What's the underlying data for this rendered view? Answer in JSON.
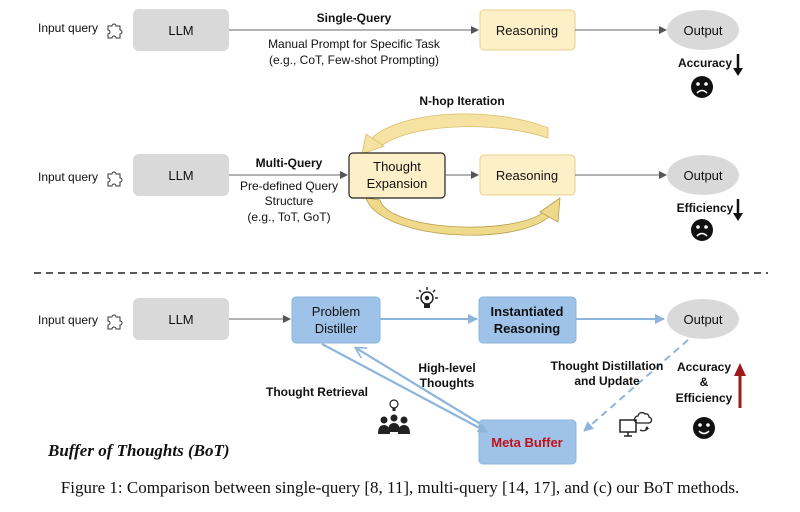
{
  "colors": {
    "llm_fill": "#d9d9d9",
    "reasoning_fill": "#fdf0c8",
    "reasoning_stroke": "#e8cf8a",
    "blue_fill": "#9fc3e8",
    "blue_stroke": "#8db5dc",
    "output_fill": "#d9d9d9",
    "down_arrow": "#111111",
    "up_arrow": "#a11a1a",
    "meta_text": "#c0101a",
    "iter_arrow": "#f0d98a"
  },
  "rows": {
    "single": {
      "input_label": "Input query",
      "llm_label": "LLM",
      "method_label": "Single-Query",
      "desc_line1": "Manual Prompt for Specific Task",
      "desc_line2": "(e.g., CoT, Few-shot  Prompting)",
      "reasoning_label": "Reasoning",
      "output_label": "Output",
      "metric_label": "Accuracy"
    },
    "multi": {
      "input_label": "Input query",
      "llm_label": "LLM",
      "iteration_label": "N-hop Iteration",
      "method_label": "Multi-Query",
      "desc_line1": "Pre-defined Query",
      "desc_line2": "Structure",
      "desc_line3": "(e.g., ToT, GoT)",
      "expansion_line1": "Thought",
      "expansion_line2": "Expansion",
      "reasoning_label": "Reasoning",
      "output_label": "Output",
      "metric_label": "Efficiency"
    },
    "bot": {
      "input_label": "Input query",
      "llm_label": "LLM",
      "distiller_line1": "Problem",
      "distiller_line2": "Distiller",
      "instantiated_line1": "Instantiated",
      "instantiated_line2": "Reasoning",
      "output_label": "Output",
      "high_level_line1": "High-level",
      "high_level_line2": "Thoughts",
      "retrieval_label": "Thought Retrieval",
      "distill_line1": "Thought Distillation",
      "distill_line2": "and Update",
      "metric_line1": "Accuracy",
      "metric_line2": "&",
      "metric_line3": "Efficiency",
      "meta_buffer_label": "Meta Buffer",
      "title": "Buffer of Thoughts (BoT)"
    }
  },
  "icons": {
    "input": "puzzle-icon",
    "sad": "sad-face-icon",
    "happy": "happy-face-icon",
    "bulb": "lightbulb-icon",
    "team": "team-idea-icon",
    "cloud": "cloud-sync-icon"
  },
  "caption": "Figure 1: Comparison between single-query [8, 11], multi-query [14, 17], and (c) our BoT methods."
}
